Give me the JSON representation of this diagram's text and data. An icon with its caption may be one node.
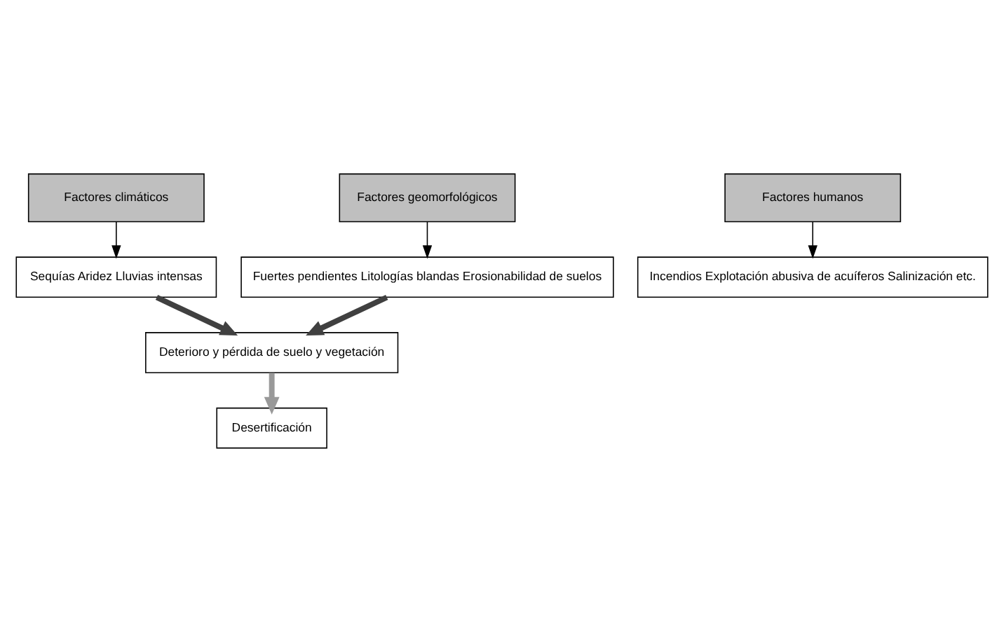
{
  "diagram": {
    "nodes": [
      {
        "text": [
          "Factores climáticos"
        ]
      },
      {
        "text": [
          "Factores humanos"
        ]
      },
      {
        "text": [
          "Factores geomorfológicos"
        ]
      },
      {
        "text": [
          "Sequías Aridez Lluvias intensas"
        ]
      },
      {
        "text": [
          "Incendios Explotación abusiva de acuíferos Salinización etc."
        ]
      },
      {
        "text": [
          "Fuertes pendientes Litologías blandas Erosionabilidad de suelos"
        ]
      },
      {
        "text": [
          "Deterioro y pérdida de suelo y vegetación"
        ]
      },
      {
        "text": [
          "Desertificación"
        ]
      }
    ],
    "edges": [
      {
        "from": 0,
        "to": 3,
        "arrow": "to"
      },
      {
        "from": 1,
        "to": 4,
        "arrow": "to"
      },
      {
        "from": 2,
        "to": 5,
        "arrow": "to"
      },
      {
        "from": 3,
        "to": 6,
        "arrow": "to",
        "style": "thick",
        "color": "#404040"
      },
      {
        "from": 5,
        "to": 6,
        "arrow": "to",
        "style": "thick",
        "color": "#404040"
      },
      {
        "from": 6,
        "to": 7,
        "arrow": "to",
        "style": "thick",
        "color": "#999999"
      }
    ]
  }
}
